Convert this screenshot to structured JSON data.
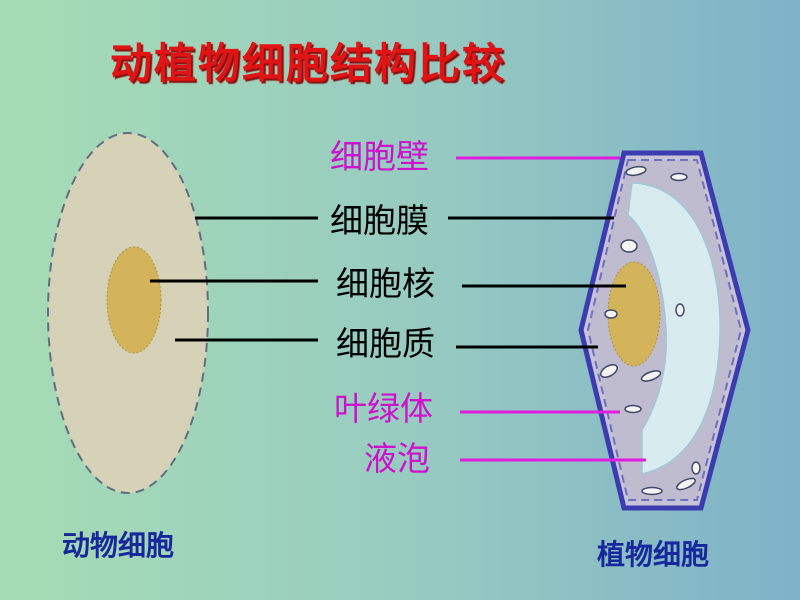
{
  "title": "动植物细胞结构比较",
  "labels": {
    "cell_wall": "细胞壁",
    "cell_membrane": "细胞膜",
    "nucleus": "细胞核",
    "cytoplasm": "细胞质",
    "chloroplast": "叶绿体",
    "vacuole": "液泡"
  },
  "captions": {
    "animal_cell": "动物细胞",
    "plant_cell": "植物细胞"
  },
  "colors": {
    "title": "#e01414",
    "black_label": "#000000",
    "plant_only_label": "#cc12cc",
    "caption": "#16289c",
    "cytoplasm_fill": "#d6d2b8",
    "nucleus_fill": "#d4b45a",
    "cell_wall_stroke": "#3c3cb0",
    "vacuole_fill": "#d8ecf0"
  }
}
